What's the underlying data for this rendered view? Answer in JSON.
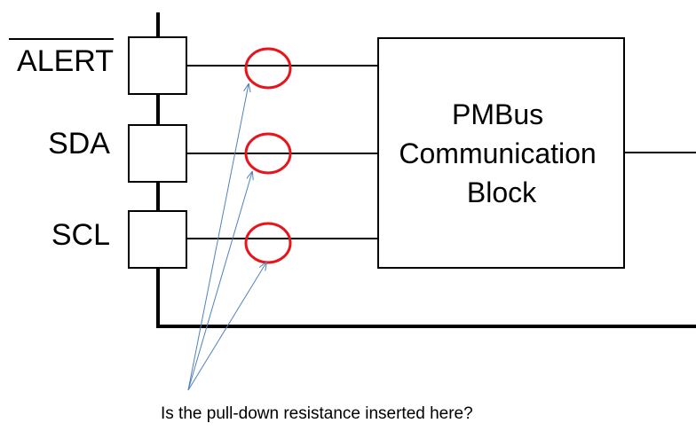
{
  "pins": [
    {
      "label": "ALERT",
      "overline": true
    },
    {
      "label": "SDA",
      "overline": false
    },
    {
      "label": "SCL",
      "overline": false
    }
  ],
  "block": {
    "lines": [
      "PMBus",
      "Communication",
      "Block"
    ]
  },
  "annotation": {
    "question": "Is the pull-down resistance inserted here?"
  },
  "colors": {
    "line": "#000000",
    "highlight": "#e8141b",
    "arrow": "#4f81bd"
  }
}
